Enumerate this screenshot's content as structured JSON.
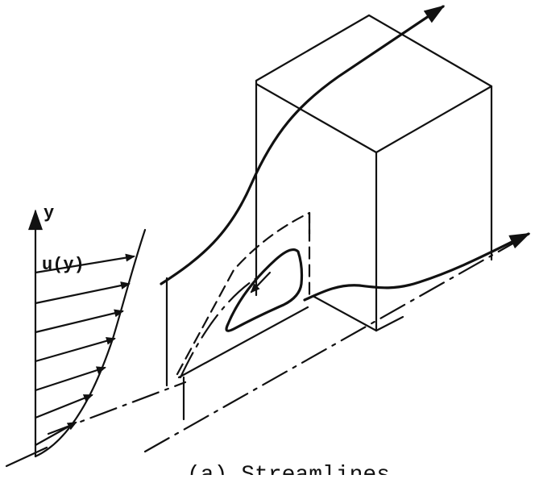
{
  "figure": {
    "y_axis_label": "y",
    "profile_label": "u(y)",
    "caption": "(a) Streamlines",
    "ink_color": "#111111",
    "background_color": "#ffffff"
  }
}
